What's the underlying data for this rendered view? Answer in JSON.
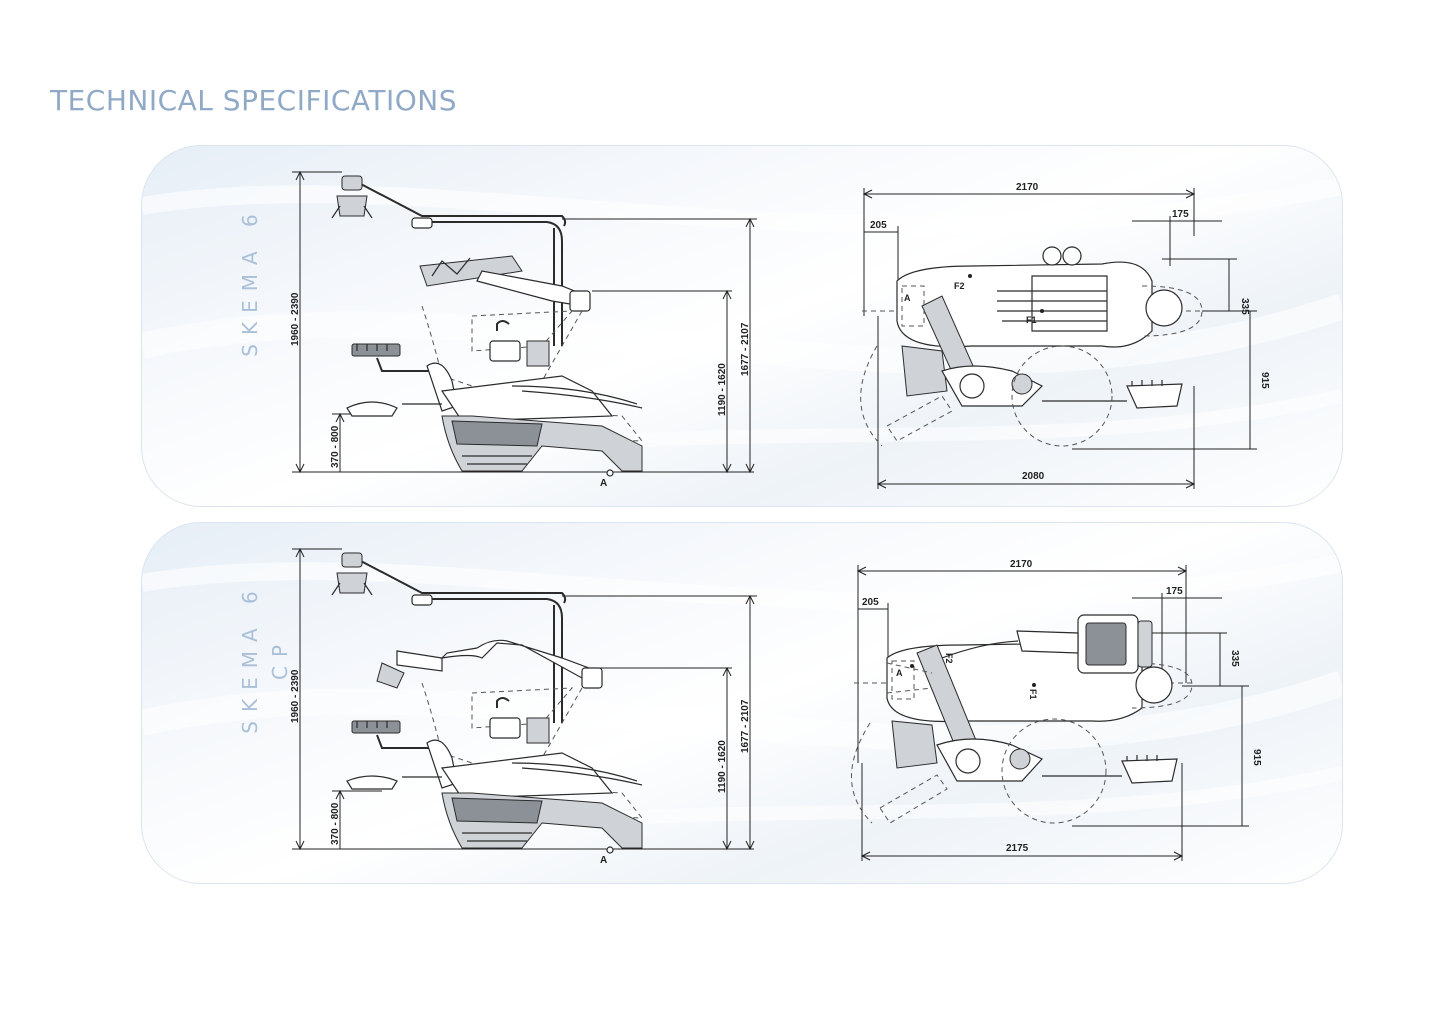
{
  "page": {
    "title": "TECHNICAL SPECIFICATIONS"
  },
  "panels": [
    {
      "model": "SKEMA 6",
      "side_view": {
        "dim_total_height": "1960 - 2390",
        "dim_seat_height": "370 - 800",
        "dim_tray_height": "1190 - 1620",
        "dim_lamp_height": "1677 - 2107",
        "marker_a": "A"
      },
      "top_view": {
        "dim_width_top": "2170",
        "dim_left": "205",
        "dim_right": "175",
        "dim_side_upper": "335",
        "dim_side_lower": "915",
        "dim_width_bottom": "2080",
        "label_a": "A",
        "label_f1": "F1",
        "label_f2": "F2"
      }
    },
    {
      "model": "SKEMA 6 CP",
      "side_view": {
        "dim_total_height": "1960 - 2390",
        "dim_seat_height": "370 - 800",
        "dim_tray_height": "1190 - 1620",
        "dim_lamp_height": "1677 - 2107",
        "marker_a": "A"
      },
      "top_view": {
        "dim_width_top": "2170",
        "dim_left": "205",
        "dim_right": "175",
        "dim_side_upper": "335",
        "dim_side_lower": "915",
        "dim_width_bottom": "2175",
        "label_a": "A",
        "label_f1": "F1",
        "label_f2": "F2"
      }
    }
  ]
}
